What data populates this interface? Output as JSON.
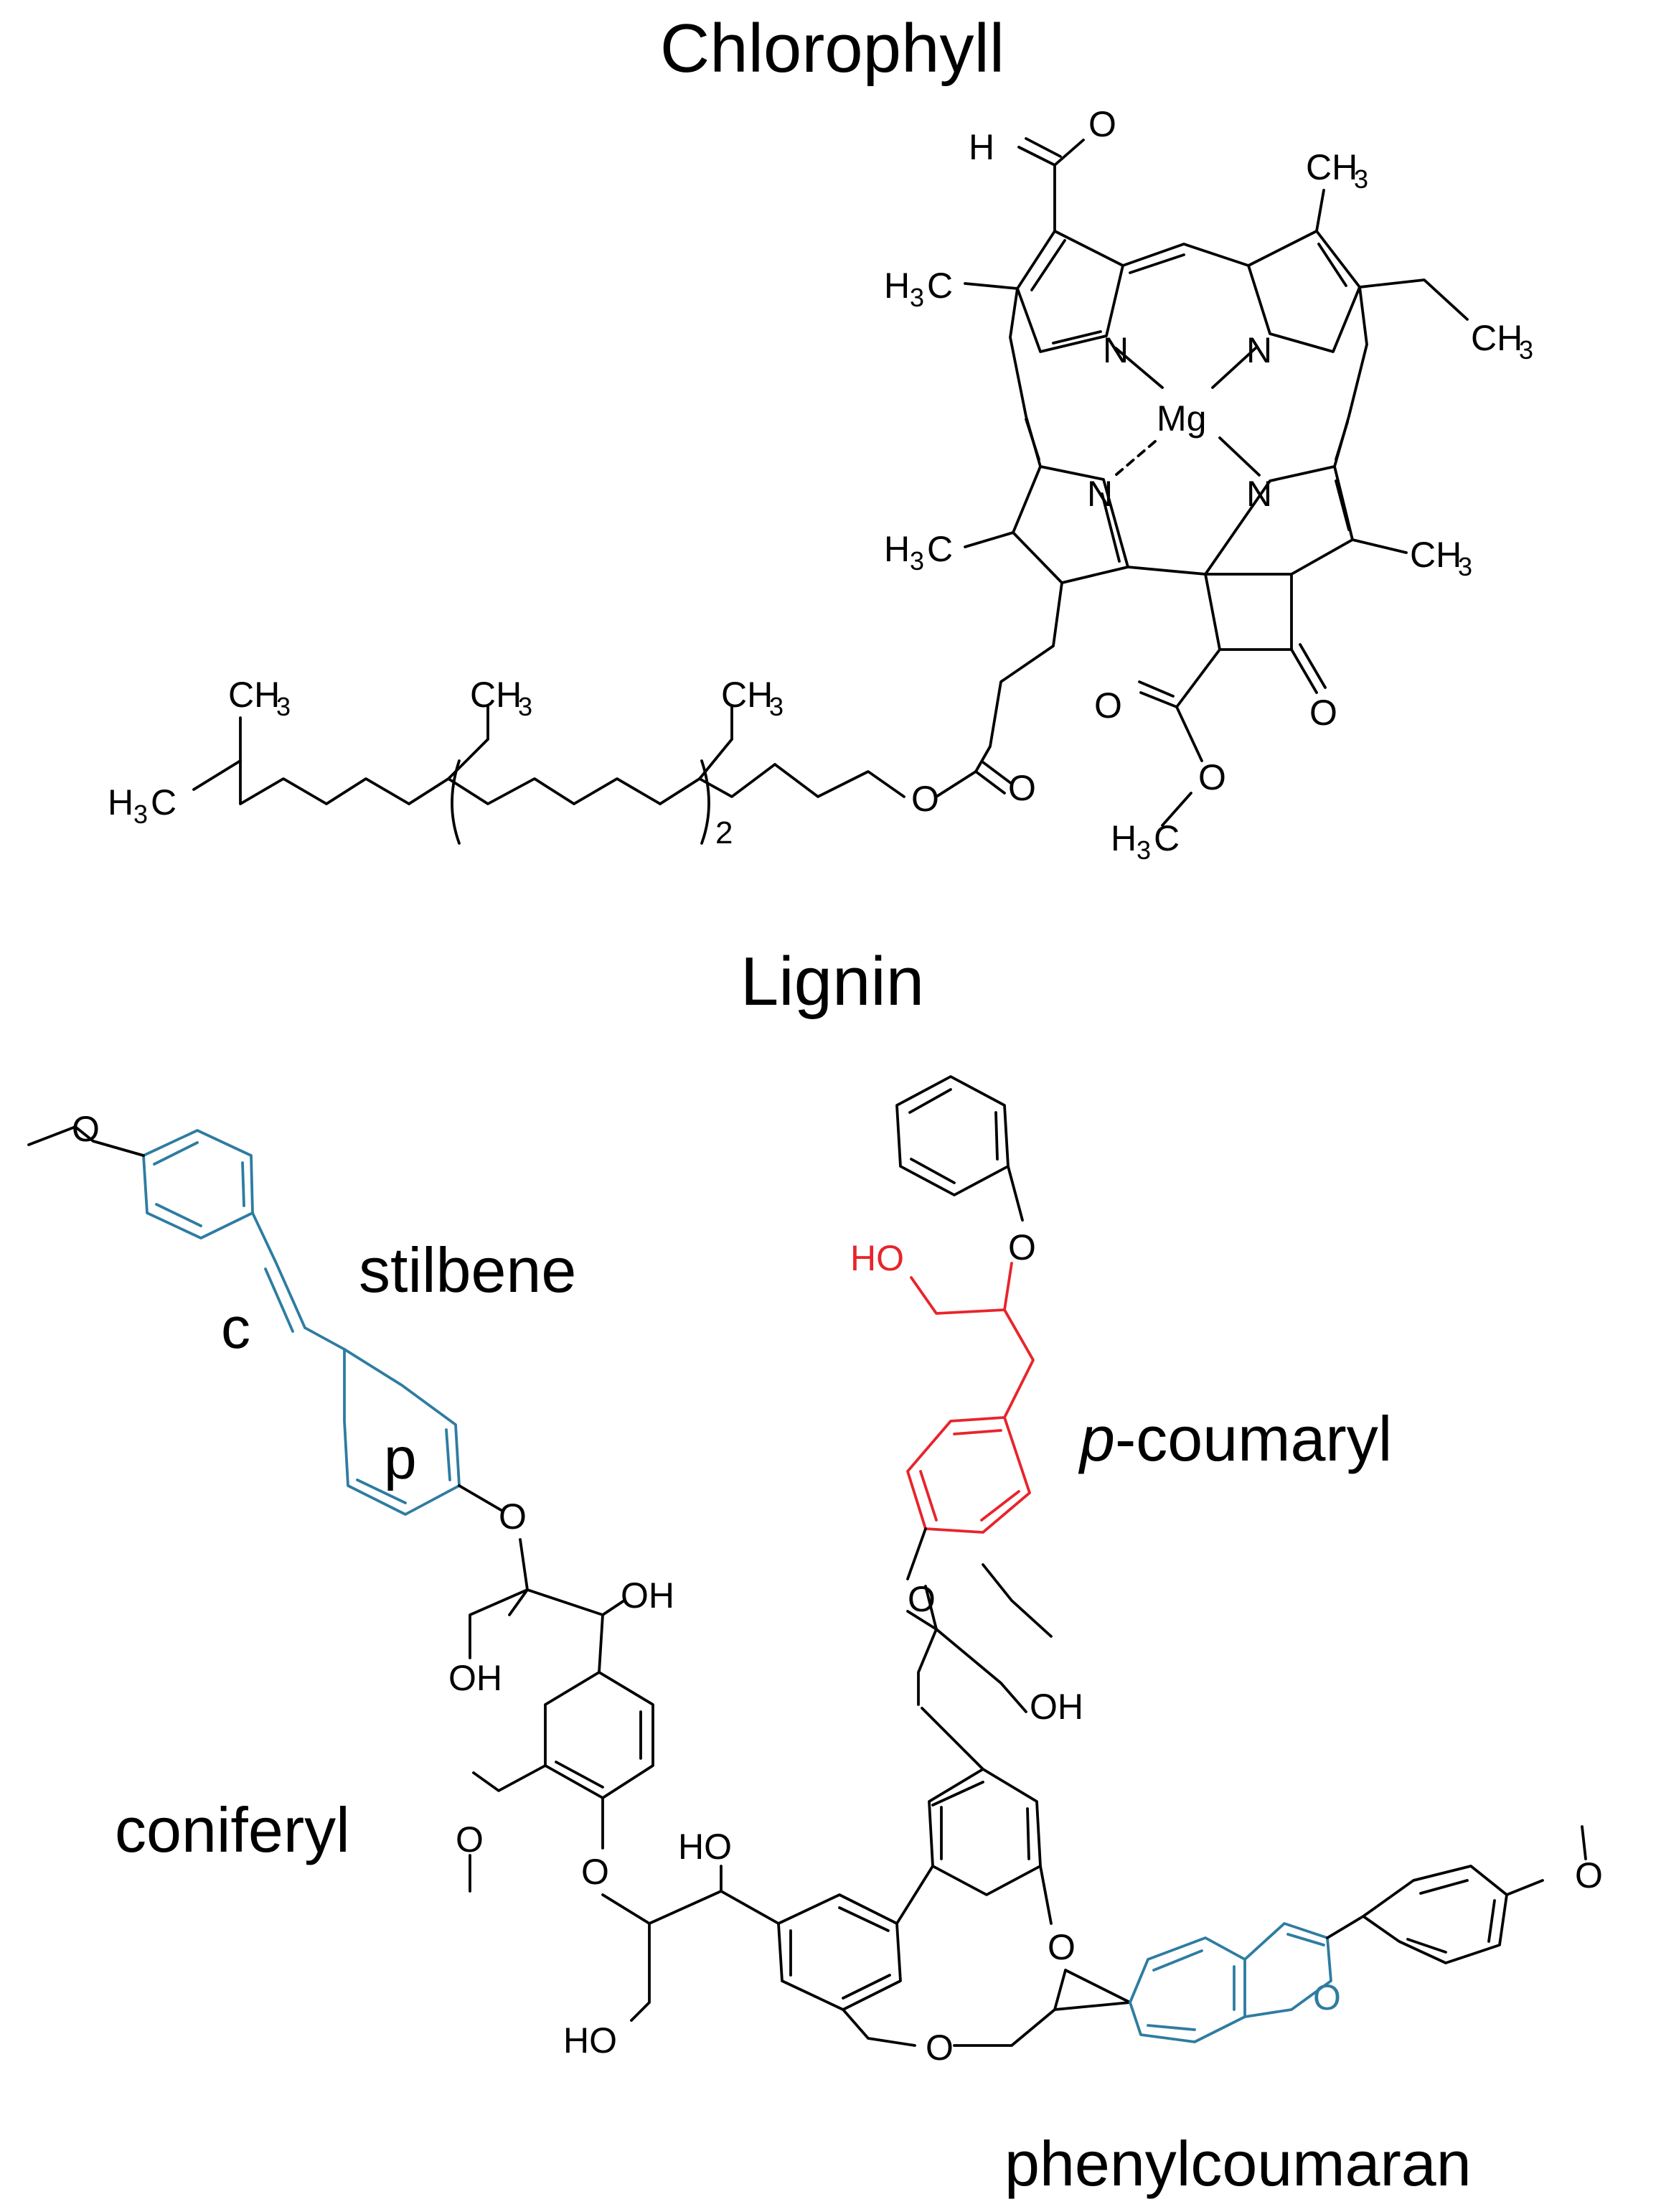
{
  "colors": {
    "black": "#000000",
    "blue": "#2e7ca1",
    "red": "#e8242b"
  },
  "titles": {
    "chlorophyll": "Chlorophyll",
    "lignin": "Lignin"
  },
  "chlorophyll_atoms": {
    "h": "H",
    "o": "O",
    "n": "N",
    "mg": "Mg",
    "ch": "CH",
    "h3c_h": "H",
    "c": "C",
    "three": "3",
    "two": "2"
  },
  "lignin_labels": {
    "stilbene": "stilbene",
    "coumaryl_italic": "p",
    "coumaryl_rest": "-coumaryl",
    "coniferyl": "coniferyl",
    "phenylcoumaran": "phenylcoumaran",
    "c_label": "c",
    "p_label": "p"
  },
  "lignin_atoms": {
    "o": "O",
    "oh": "OH",
    "ho": "HO"
  }
}
